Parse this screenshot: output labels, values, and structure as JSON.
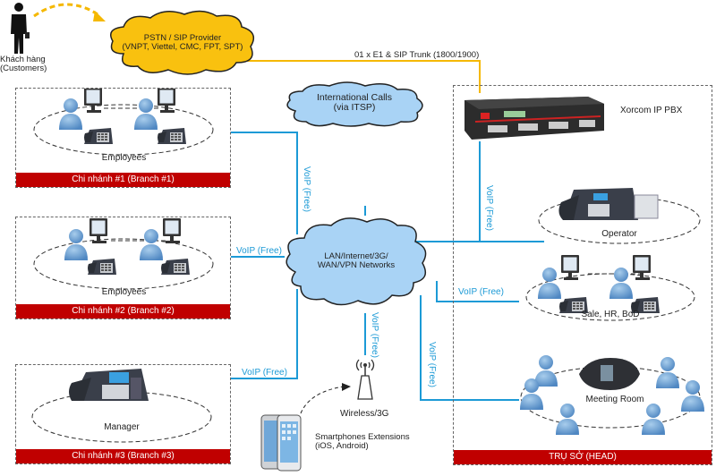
{
  "customer": {
    "label_line1": "Khách hàng",
    "label_line2": "(Customers)"
  },
  "pstn": {
    "line1": "PSTN / SIP Provider",
    "line2": "(VNPT, Viettel, CMC, FPT, SPT)"
  },
  "trunk_label": "01 x E1 & SIP Trunk (1800/1900)",
  "itsp": {
    "line1": "International Calls",
    "line2": "(via ITSP)"
  },
  "pbx_label": "Xorcom IP PBX",
  "core_network": {
    "line1": "LAN/Internet/3G/",
    "line2": "WAN/VPN Networks"
  },
  "voip_label": "VoIP (Free)",
  "branches": [
    {
      "group_label": "Employees",
      "bar_label": "Chi nhánh #1 (Branch #1)"
    },
    {
      "group_label": "Employees",
      "bar_label": "Chi nhánh #2 (Branch #2)"
    },
    {
      "group_label": "Manager",
      "bar_label": "Chi nhánh #3 (Branch #3)"
    }
  ],
  "head": {
    "bar_label": "TRỤ SỞ (HEAD)",
    "operator_label": "Operator",
    "staff_label": "Sale, HR, BoD",
    "meeting_label": "Meeting Room"
  },
  "wireless_label": "Wireless/3G",
  "smartphones": {
    "line1": "Smartphones Extensions",
    "line2": "(iOS, Android)"
  },
  "colors": {
    "voip_line": "#1c9ad6",
    "trunk_line": "#f5b800",
    "cloud_yellow": "#f9c10f",
    "cloud_blue": "#a9d3f5",
    "bar_red": "#c00000"
  }
}
